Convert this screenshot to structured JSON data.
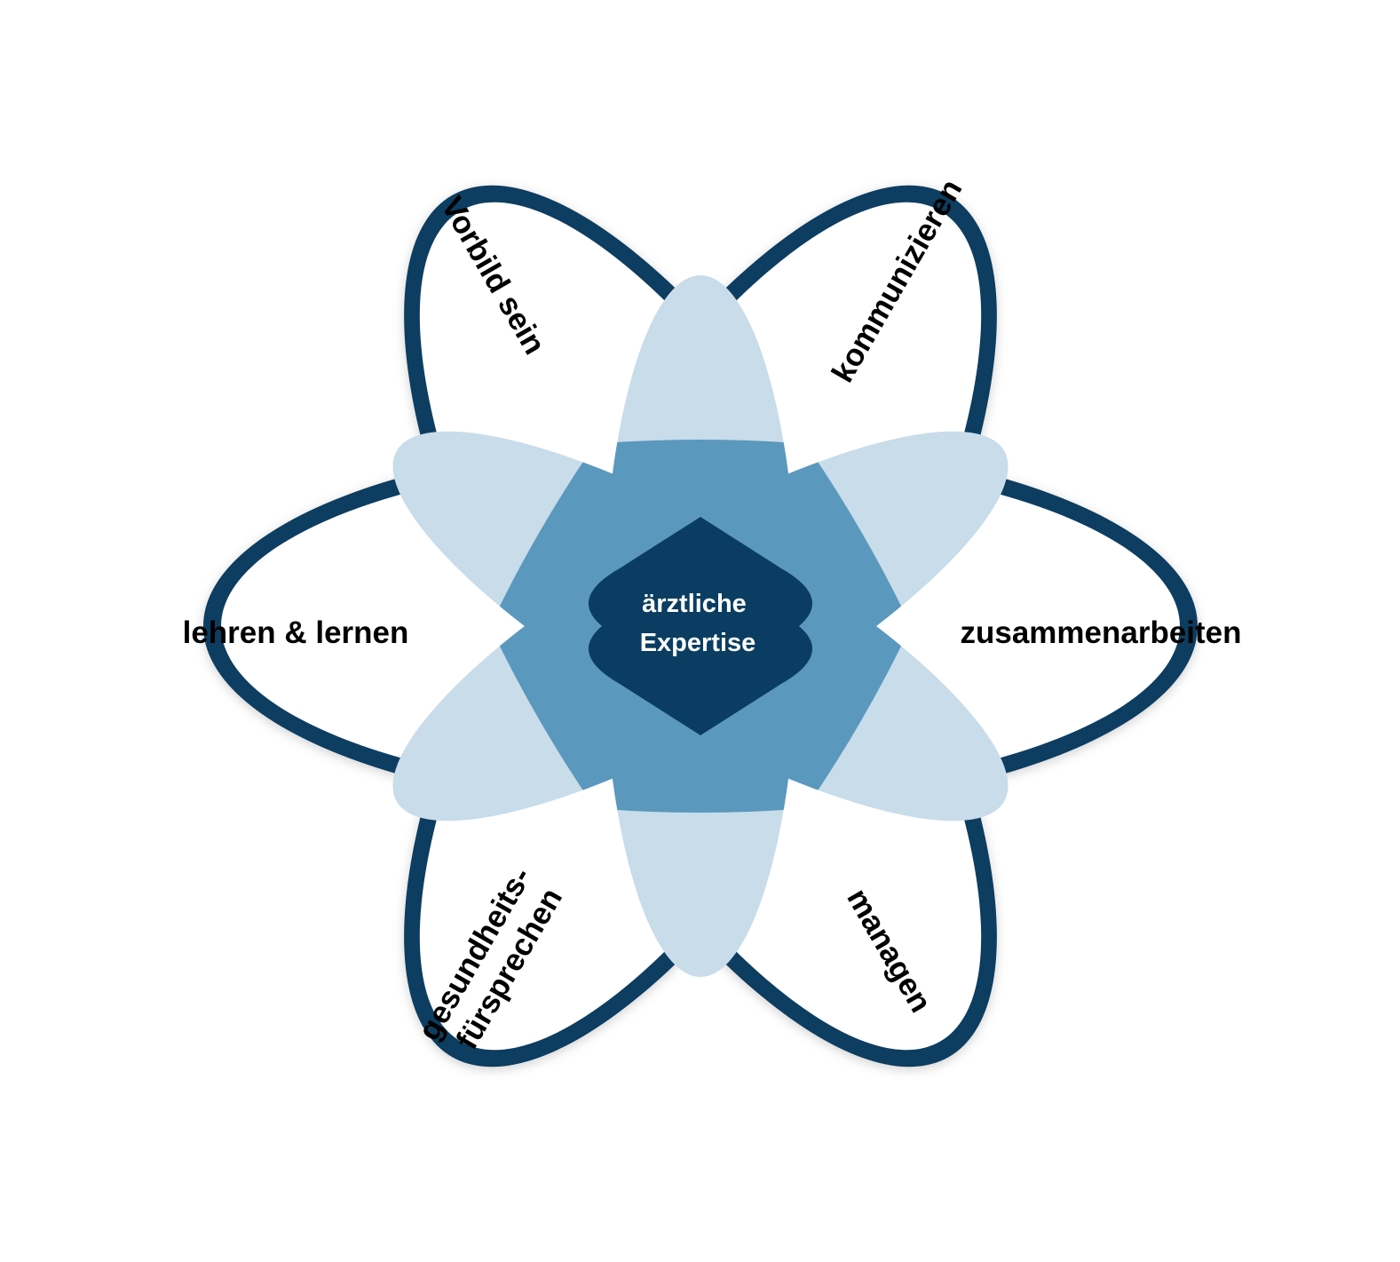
{
  "diagram": {
    "center": {
      "line1": "ärztliche",
      "line2": "Expertise"
    },
    "roles": [
      {
        "id": "vorbild",
        "lines": [
          "Vorbild sein"
        ]
      },
      {
        "id": "kommunizieren",
        "lines": [
          "kommunizieren"
        ]
      },
      {
        "id": "zusammenarbeiten",
        "lines": [
          "zusammenarbeiten"
        ]
      },
      {
        "id": "managen",
        "lines": [
          "managen"
        ]
      },
      {
        "id": "gesundheit",
        "lines": [
          "gesundheits-",
          "fürsprechen"
        ]
      },
      {
        "id": "lehren",
        "lines": [
          "lehren & lernen"
        ]
      }
    ],
    "colors": {
      "outline": "#0a3d61",
      "petal_fill": "#ffffff",
      "inner_light": "#c8dcea",
      "inner_medium": "#5b98bd",
      "center": "#0a3d61"
    }
  }
}
